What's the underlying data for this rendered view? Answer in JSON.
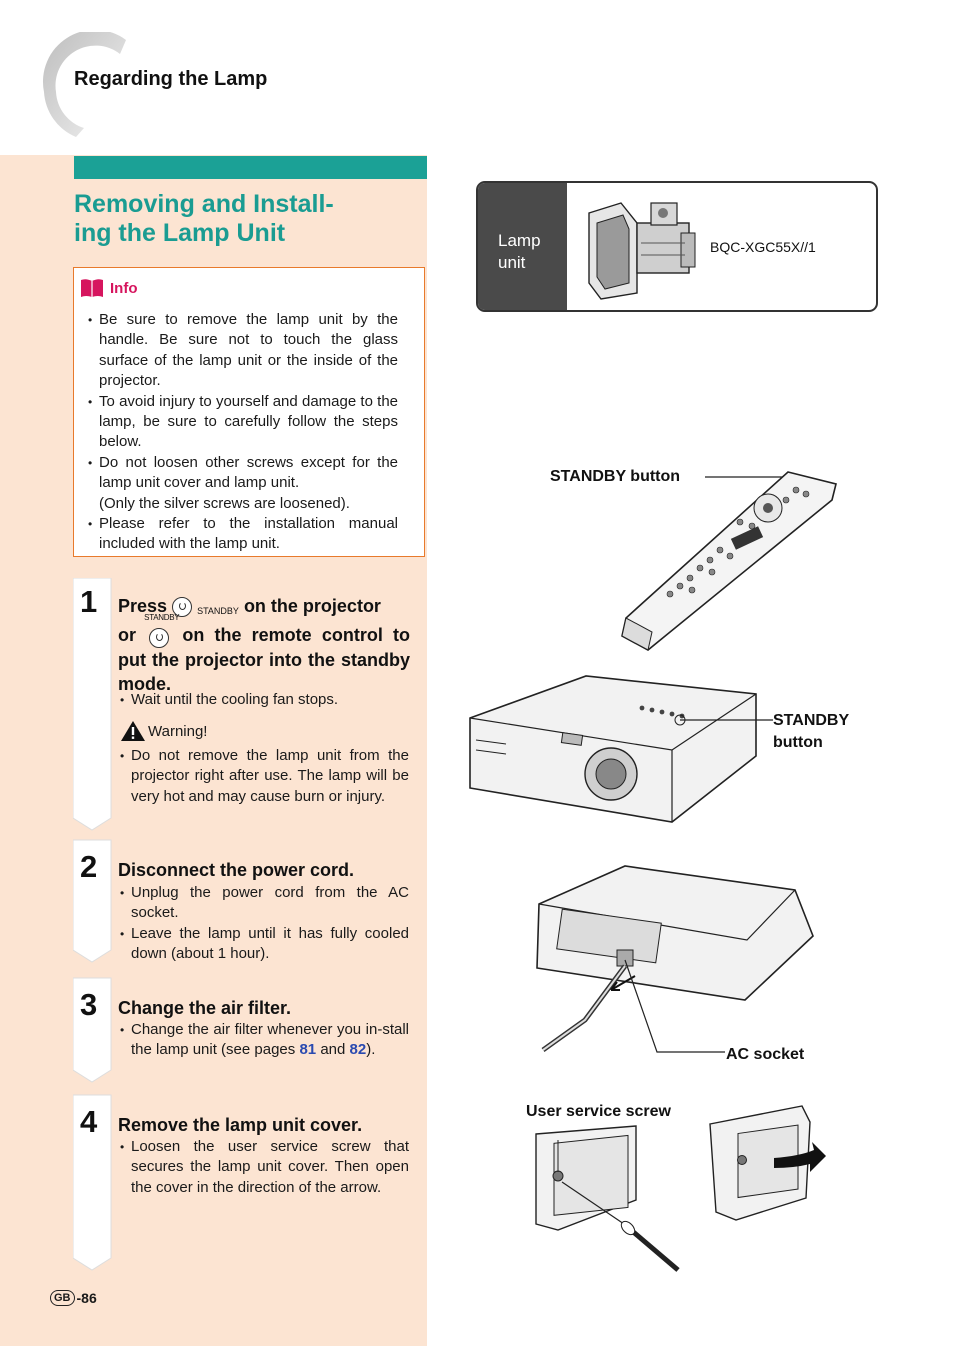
{
  "header": {
    "section": "Regarding the Lamp"
  },
  "title": "Removing and Install- ing the Lamp Unit",
  "title_lines": [
    "Removing and Install-",
    "ing the Lamp Unit"
  ],
  "info": {
    "label": "Info",
    "items": [
      "Be sure to remove the lamp unit by the handle. Be sure not to touch the glass surface of the lamp unit or the inside of the projector.",
      "To avoid injury to yourself and damage to the lamp, be sure to carefully follow the steps below.",
      "Do not loosen other screws except for the lamp unit cover and lamp unit.",
      "(Only the silver screws are loosened).",
      "Please refer to the installation manual included with the lamp unit."
    ]
  },
  "steps": [
    {
      "number": "1",
      "title_parts": {
        "press": "Press",
        "standby_sub": "STANDBY",
        "on_projector": "on the projector",
        "or": "or",
        "standby_top": "STANDBY",
        "on_remote": "on the remote control to put the projector into the standby mode."
      },
      "items": [
        "Wait until the cooling fan stops."
      ],
      "warning_label": "Warning!",
      "warning_items": [
        "Do not remove the lamp unit from the projector right after use. The lamp will be very hot and may cause burn or injury."
      ]
    },
    {
      "number": "2",
      "title": "Disconnect the power cord.",
      "items": [
        "Unplug the power cord from the AC socket.",
        "Leave the lamp until it has fully cooled down (about 1 hour)."
      ]
    },
    {
      "number": "3",
      "title": "Change the air filter.",
      "item_text_a": "Change the air filter whenever you in-stall the lamp unit (see pages",
      "page_a": "81",
      "item_text_b": "and",
      "page_b": "82",
      "item_text_c": ")."
    },
    {
      "number": "4",
      "title": "Remove the lamp unit cover.",
      "items": [
        "Loosen the user service screw that secures the lamp unit cover. Then open the cover in the direction of the arrow."
      ]
    }
  ],
  "lamp_panel": {
    "label": "Lamp unit",
    "model": "BQC-XGC55X//1"
  },
  "callouts": {
    "standby_remote": "STANDBY button",
    "standby_projector": "STANDBY button",
    "ac_socket": "AC socket",
    "user_screw": "User service screw"
  },
  "footer": {
    "badge": "GB",
    "page": "-86"
  },
  "colors": {
    "teal": "#1ba196",
    "title": "#1a9c92",
    "info_border": "#e87a2c",
    "info_label": "#d6155e",
    "column_bg": "#fce4d2",
    "link": "#2a4ab0"
  }
}
